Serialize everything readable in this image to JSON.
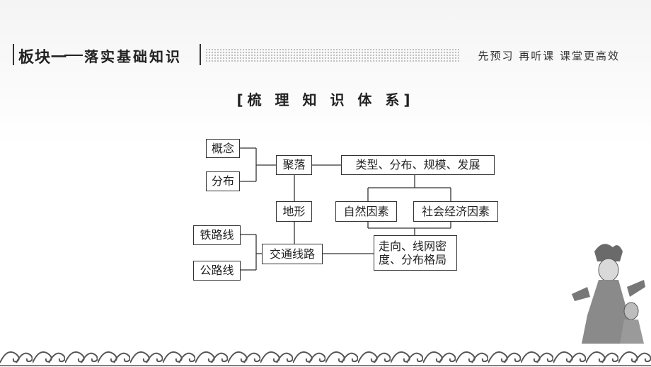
{
  "header": {
    "block": "板块一",
    "subtitle": "落实基础知识",
    "right_slogan": "先预习 再听课 课堂更高效"
  },
  "title": "[梳 理 知 识 体 系]",
  "diagram": {
    "nodes": {
      "concept": "概念",
      "distribution": "分布",
      "settlement": "聚落",
      "settlement_aspects": "类型、分布、规模、发展",
      "terrain": "地形",
      "natural_factors": "自然因素",
      "socio_economic_factors": "社会经济因素",
      "railway": "铁路线",
      "highway": "公路线",
      "transport_lines": "交通线路",
      "direction_density_line1": "走向、线网密",
      "direction_density_line2": "度、分布格局"
    }
  },
  "decor": {
    "line_color": "#333333",
    "wave_color": "#555555"
  }
}
